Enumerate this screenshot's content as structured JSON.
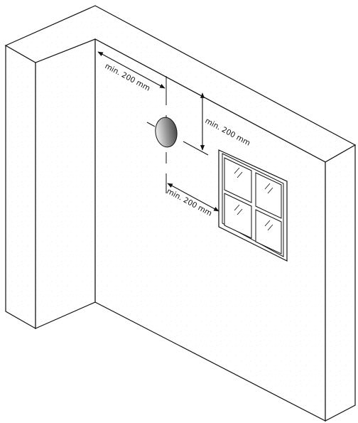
{
  "diagram": {
    "labels": {
      "top_clearance": "min. 200 mm",
      "side_clearance": "min. 200 mm",
      "window_clearance": "min. 200 mm"
    },
    "colors": {
      "stroke": "#111111",
      "wall_face": "#ffffff",
      "wall_top": "#fafafa",
      "opening_light": "#f2f2f2",
      "opening_dark": "#4a4a4a",
      "glass": "#ffffff"
    },
    "icons": {
      "wall_opening": "circular-hole",
      "window": "four-pane-window"
    }
  }
}
